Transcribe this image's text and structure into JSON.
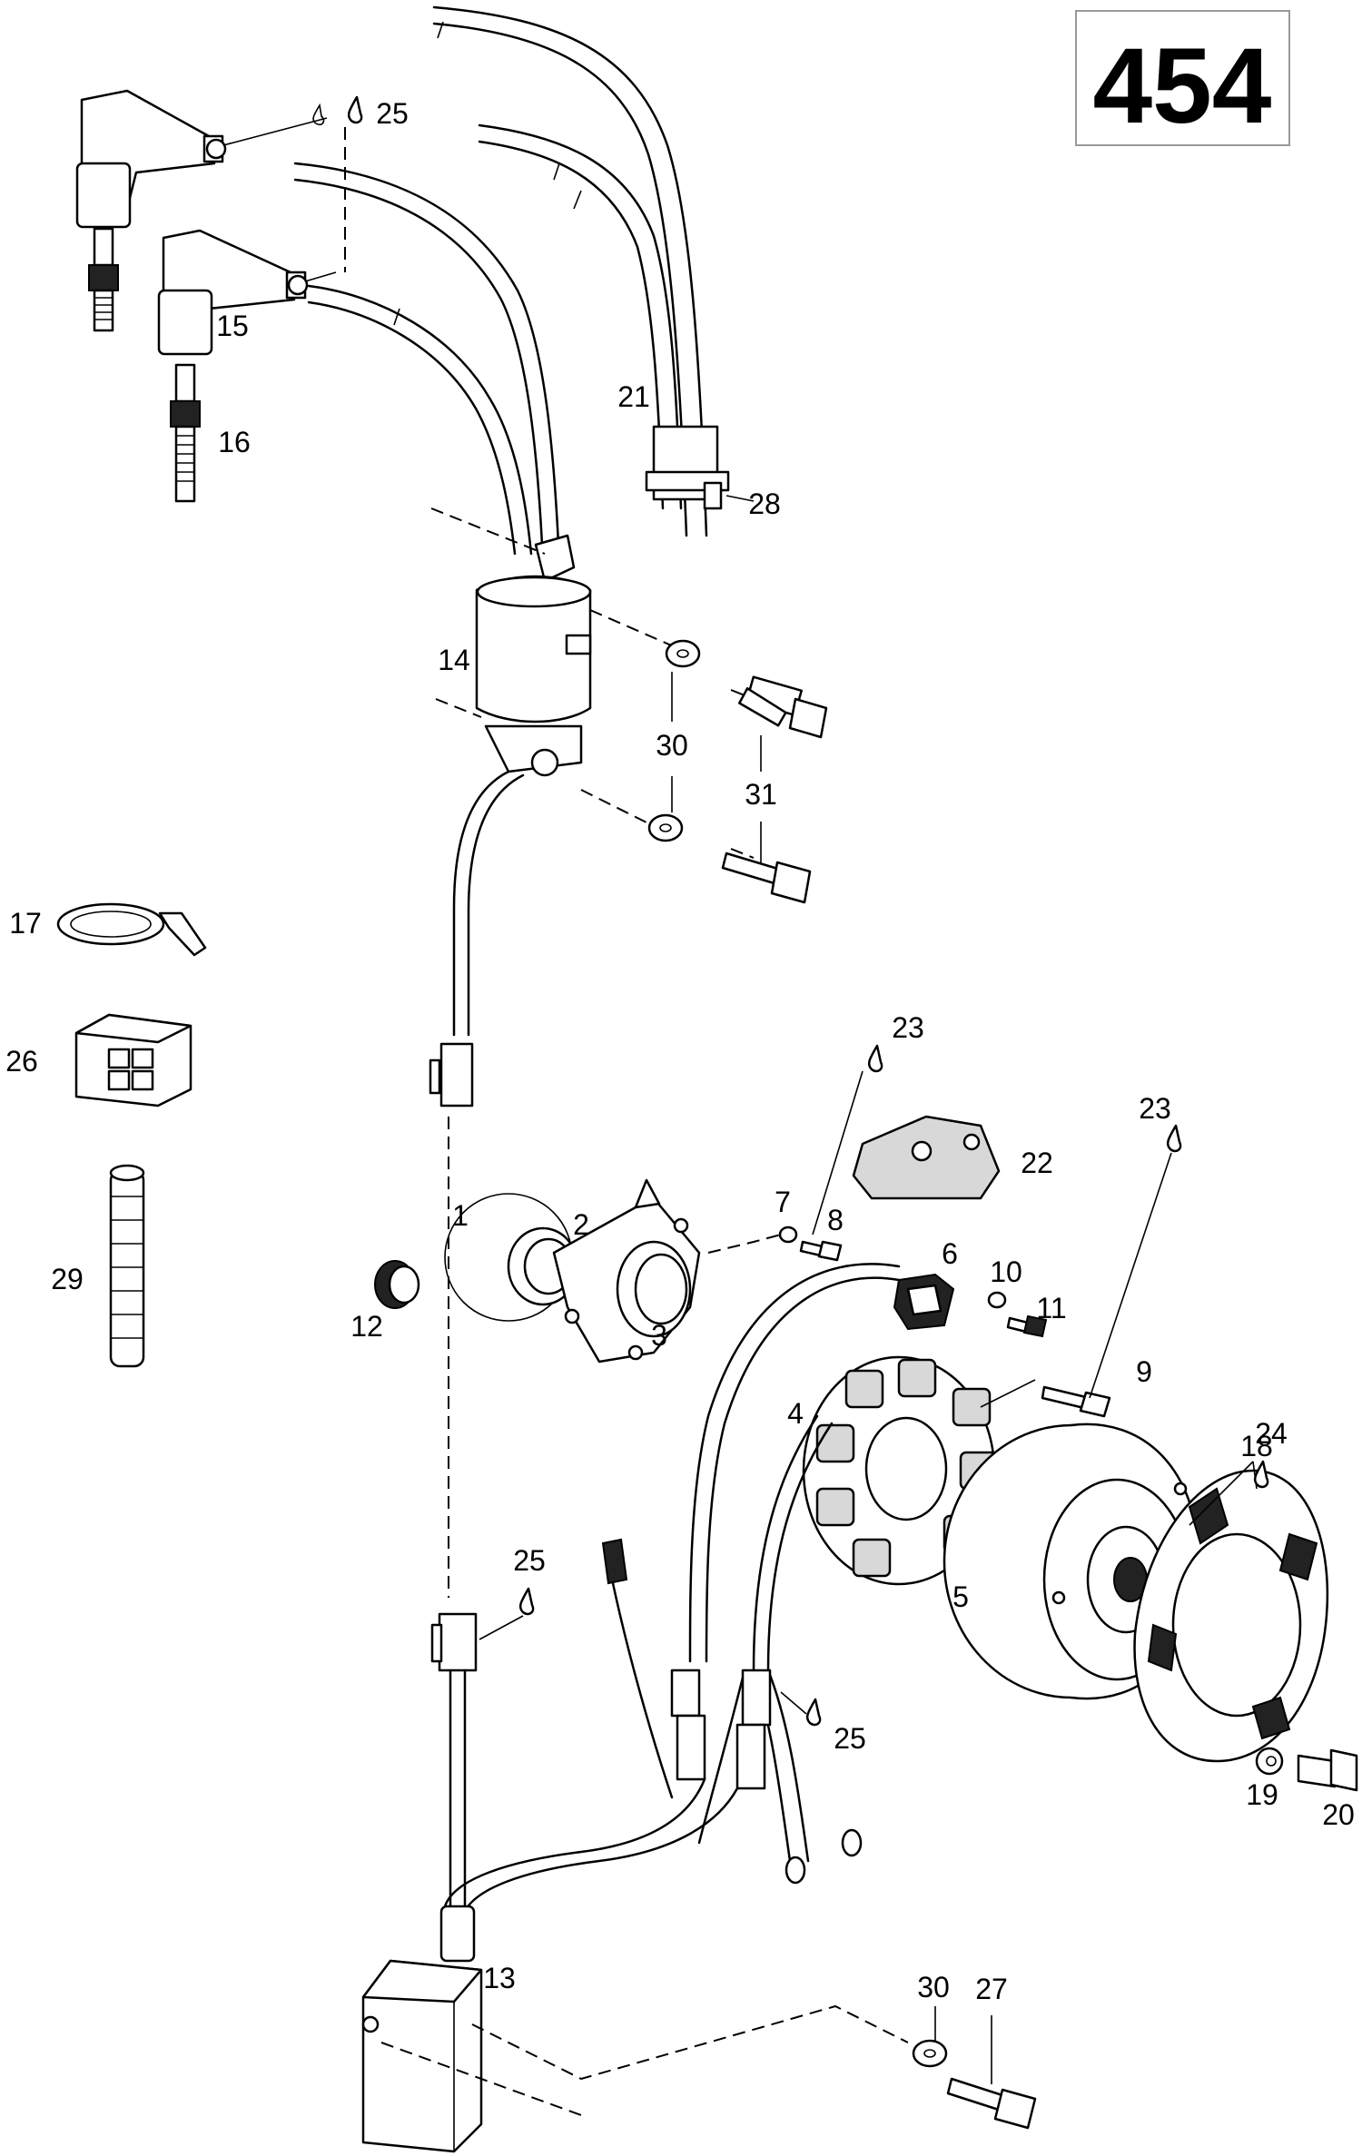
{
  "page_number": "454",
  "callouts": [
    {
      "id": "c1",
      "label": "1"
    },
    {
      "id": "c2",
      "label": "2"
    },
    {
      "id": "c3",
      "label": "3"
    },
    {
      "id": "c4",
      "label": "4"
    },
    {
      "id": "c5",
      "label": "5"
    },
    {
      "id": "c6",
      "label": "6"
    },
    {
      "id": "c7",
      "label": "7"
    },
    {
      "id": "c8",
      "label": "8"
    },
    {
      "id": "c9",
      "label": "9"
    },
    {
      "id": "c10",
      "label": "10"
    },
    {
      "id": "c11",
      "label": "11"
    },
    {
      "id": "c12",
      "label": "12"
    },
    {
      "id": "c13",
      "label": "13"
    },
    {
      "id": "c14",
      "label": "14"
    },
    {
      "id": "c15",
      "label": "15"
    },
    {
      "id": "c16",
      "label": "16"
    },
    {
      "id": "c17",
      "label": "17"
    },
    {
      "id": "c18",
      "label": "18"
    },
    {
      "id": "c19",
      "label": "19"
    },
    {
      "id": "c20",
      "label": "20"
    },
    {
      "id": "c21",
      "label": "21"
    },
    {
      "id": "c22",
      "label": "22"
    },
    {
      "id": "c23a",
      "label": "23"
    },
    {
      "id": "c23b",
      "label": "23"
    },
    {
      "id": "c24",
      "label": "24"
    },
    {
      "id": "c25a",
      "label": "25"
    },
    {
      "id": "c25b",
      "label": "25"
    },
    {
      "id": "c25c",
      "label": "25"
    },
    {
      "id": "c26",
      "label": "26"
    },
    {
      "id": "c27",
      "label": "27"
    },
    {
      "id": "c28",
      "label": "28"
    },
    {
      "id": "c29",
      "label": "29"
    },
    {
      "id": "c30a",
      "label": "30"
    },
    {
      "id": "c30b",
      "label": "30"
    },
    {
      "id": "c31",
      "label": "31"
    }
  ]
}
